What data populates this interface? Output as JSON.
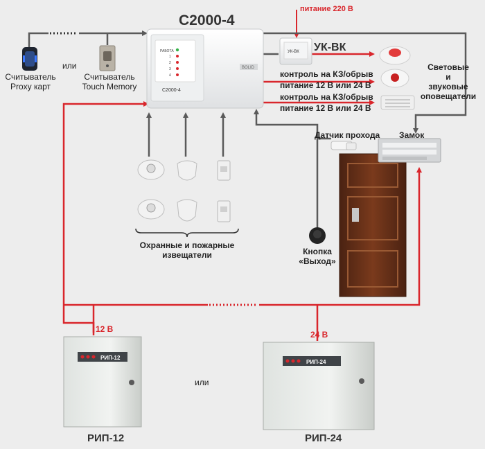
{
  "diagram": {
    "controller": {
      "name": "С2000-4",
      "panel_label": "С2000-4",
      "status_title": "РАБОТА",
      "zones": [
        "1",
        "2",
        "3",
        "4"
      ],
      "brand": "BOLID"
    },
    "power_220_label": "питание 220 В",
    "uk_vk": {
      "name": "УК-ВК",
      "face_label": "УК-ВК"
    },
    "reader_proxy": {
      "line1": "Считыватель",
      "line2": "Proxy карт"
    },
    "reader_tm": {
      "line1": "Считыватель",
      "line2": "Touch Memory"
    },
    "or_top": "или",
    "or_bottom": "или",
    "output1": {
      "line1": "контроль на КЗ/обрыв",
      "line2": "питание 12 В или 24 В"
    },
    "output2": {
      "line1": "контроль на КЗ/обрыв",
      "line2": "питание 12 В или 24 В"
    },
    "annunciators": {
      "line1": "Световые",
      "line2": "и",
      "line3": "звуковые",
      "line4": "оповещатели"
    },
    "pass_sensor": "Датчик прохода",
    "lock": "Замок",
    "exit_button": {
      "line1": "Кнопка",
      "line2": "«Выход»"
    },
    "detectors": {
      "line1": "Охранные и пожарные",
      "line2": "извещатели"
    },
    "psu12": {
      "name": "РИП-12",
      "voltage": "12 В",
      "panel_label": "РИП-12"
    },
    "psu24": {
      "name": "РИП-24",
      "voltage": "24 В",
      "panel_label": "РИП-24"
    },
    "colors": {
      "accent_red": "#d9262c",
      "wire_grey": "#5a5a5a",
      "background": "#ededed"
    }
  }
}
